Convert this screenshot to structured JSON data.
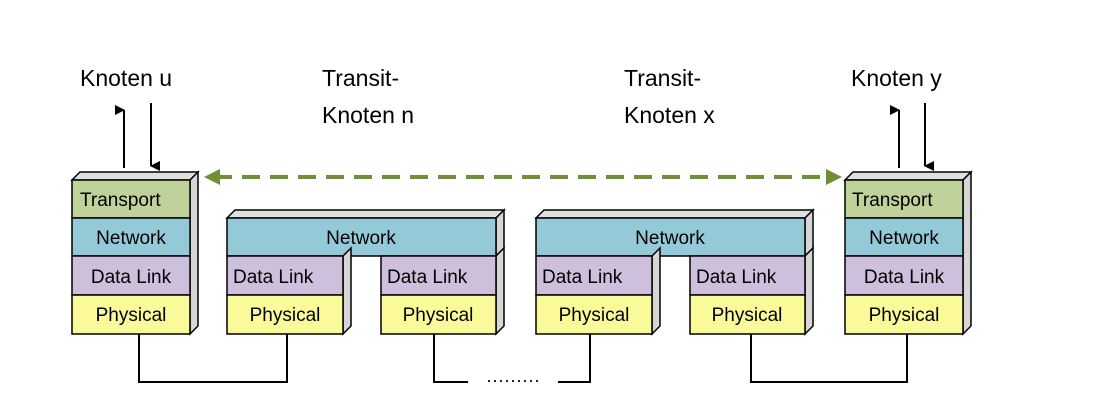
{
  "nodes": {
    "u": {
      "title": "Knoten u"
    },
    "y": {
      "title": "Knoten y"
    },
    "n": {
      "title_line1": "Transit-",
      "title_line2": "Knoten n"
    },
    "x": {
      "title_line1": "Transit-",
      "title_line2": "Knoten x"
    }
  },
  "layers": {
    "transport": "Transport",
    "network": "Network",
    "data_link": "Data Link",
    "physical": "Physical"
  },
  "link_gap": "·········",
  "colors": {
    "transport": "#bed299",
    "network": "#94cad8",
    "data_link": "#cec0dc",
    "physical": "#fafa9a",
    "dashed_arrow": "#6f8f35",
    "outline": "#000000"
  }
}
